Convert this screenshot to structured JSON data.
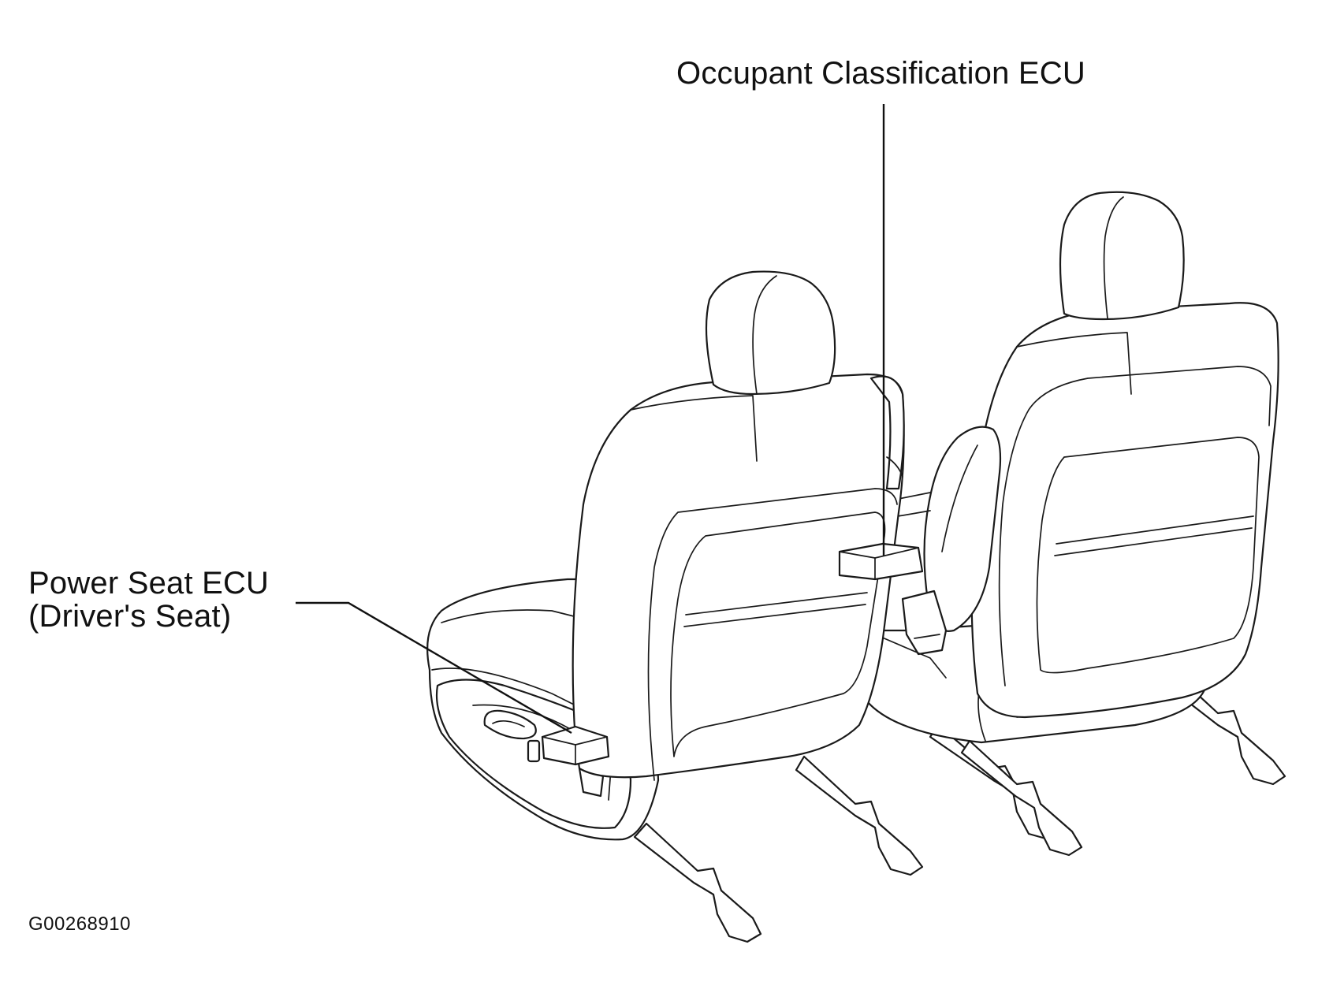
{
  "labels": {
    "occupant_ecu": "Occupant Classification ECU",
    "power_seat_line1": "Power Seat ECU",
    "power_seat_line2": "(Driver's Seat)"
  },
  "figure_code": "G00268910"
}
